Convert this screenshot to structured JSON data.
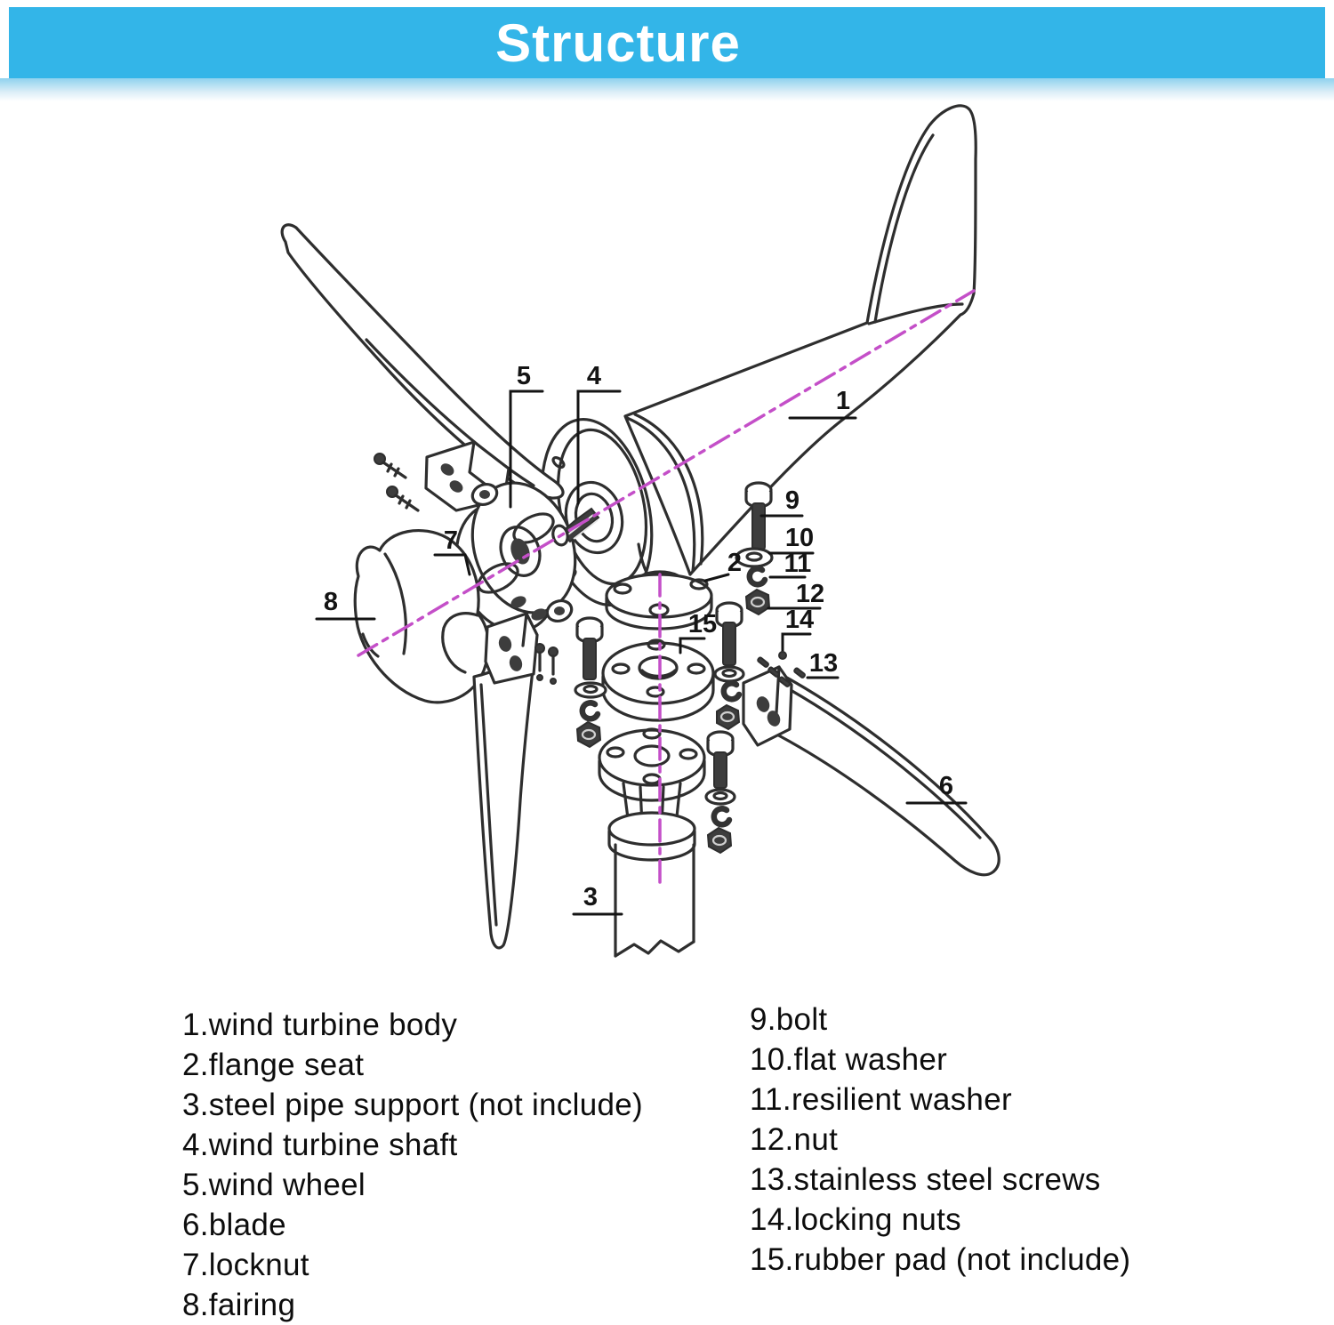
{
  "header": {
    "title": "Structure",
    "accent_color": "#33b5e8",
    "title_color": "#ffffff"
  },
  "diagram": {
    "line_color": "#2e2e2e",
    "centerline_color": "#c44fc8",
    "callouts": [
      "1",
      "2",
      "3",
      "4",
      "5",
      "6",
      "7",
      "8",
      "9",
      "10",
      "11",
      "12",
      "13",
      "14",
      "15"
    ]
  },
  "parts_list": {
    "left": [
      "1.wind turbine body",
      "2.flange seat",
      "3.steel pipe support (not include)",
      "4.wind turbine shaft",
      "5.wind wheel",
      "6.blade",
      "7.locknut",
      "8.fairing"
    ],
    "right": [
      "9.bolt",
      "10.flat washer",
      "11.resilient washer",
      "12.nut",
      "13.stainless steel screws",
      "14.locking nuts",
      "15.rubber pad (not include)"
    ]
  }
}
